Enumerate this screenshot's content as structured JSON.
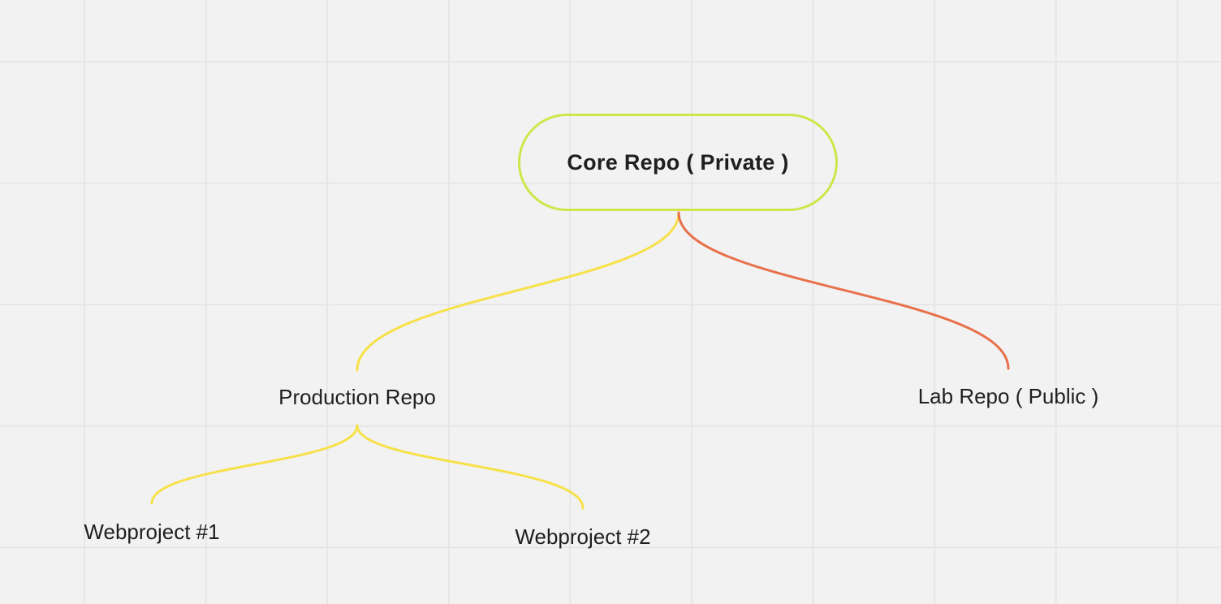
{
  "mindmap": {
    "root": {
      "label": "Core Repo ( Private )",
      "border_color": "#cfe64a"
    },
    "nodes": [
      {
        "id": "production",
        "label": "Production Repo",
        "parent": "root",
        "branch_color": "#f7e14a"
      },
      {
        "id": "lab",
        "label": "Lab Repo ( Public )",
        "parent": "root",
        "branch_color": "#e8704a"
      },
      {
        "id": "web1",
        "label": "Webproject #1",
        "parent": "production",
        "branch_color": "#f7e14a"
      },
      {
        "id": "web2",
        "label": "Webproject #2",
        "parent": "production",
        "branch_color": "#f7e14a"
      }
    ]
  },
  "colors": {
    "background": "#f2f2f2",
    "grid_line": "#e6e6e6",
    "text": "#1f1f1f"
  }
}
